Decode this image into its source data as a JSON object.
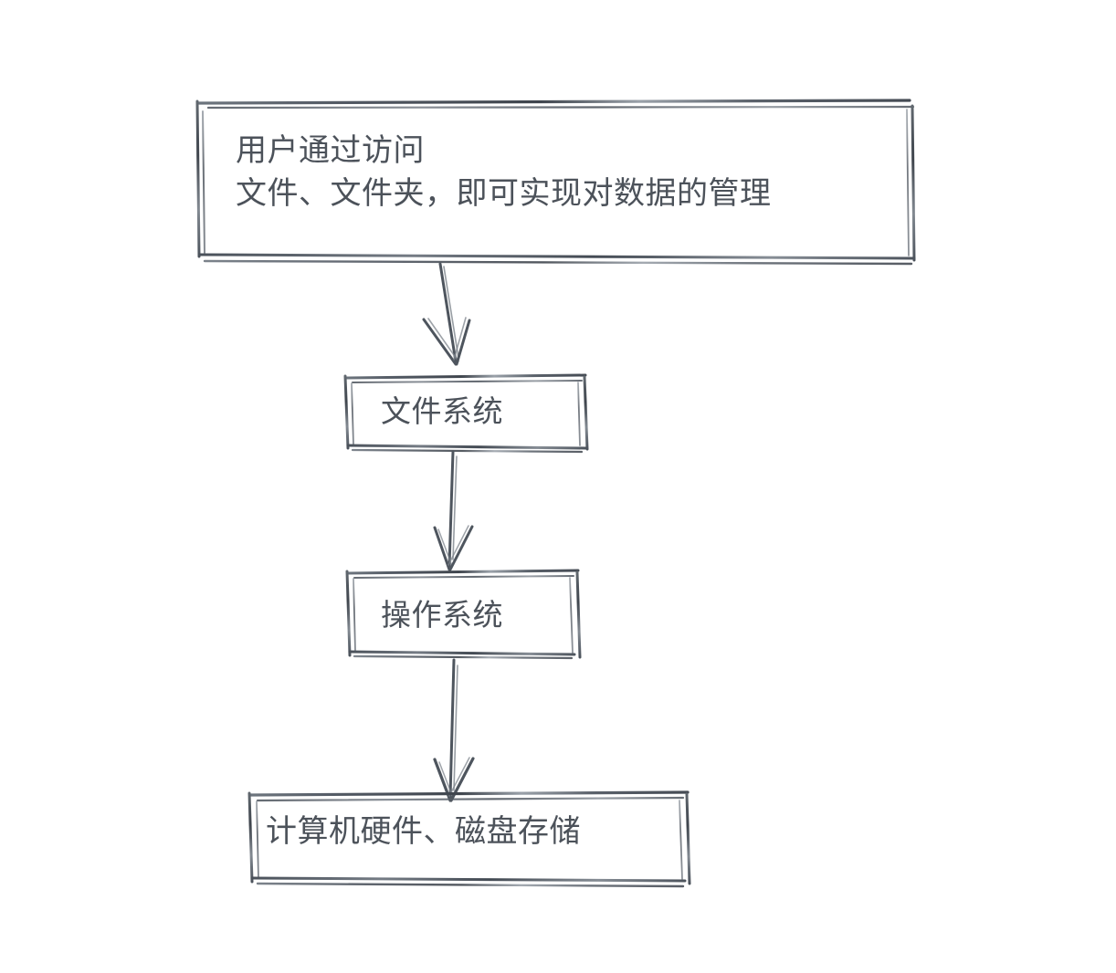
{
  "diagram": {
    "type": "flowchart",
    "style": "hand-drawn-sketch",
    "direction": "top-to-bottom",
    "background_color": "#ffffff",
    "stroke_color": "#4c525a",
    "text_color": "#4c525a",
    "nodes": [
      {
        "id": "user-access",
        "shape": "rectangle",
        "lines": [
          "用户通过访问",
          "文件、文件夹，即可实现对数据的管理"
        ],
        "text": "用户通过访问\n文件、文件夹，即可实现对数据的管理",
        "text_align": "left"
      },
      {
        "id": "file-system",
        "shape": "rectangle",
        "lines": [
          "文件系统"
        ],
        "text": "文件系统",
        "text_align": "center"
      },
      {
        "id": "operating-system",
        "shape": "rectangle",
        "lines": [
          "操作系统"
        ],
        "text": "操作系统",
        "text_align": "center"
      },
      {
        "id": "hardware-storage",
        "shape": "rectangle",
        "lines": [
          "计算机硬件、磁盘存储"
        ],
        "text": "计算机硬件、磁盘存储",
        "text_align": "center"
      }
    ],
    "edges": [
      {
        "id": "edge-1",
        "from": "user-access",
        "to": "file-system",
        "arrow": "down"
      },
      {
        "id": "edge-2",
        "from": "file-system",
        "to": "operating-system",
        "arrow": "down"
      },
      {
        "id": "edge-3",
        "from": "operating-system",
        "to": "hardware-storage",
        "arrow": "down"
      }
    ]
  }
}
